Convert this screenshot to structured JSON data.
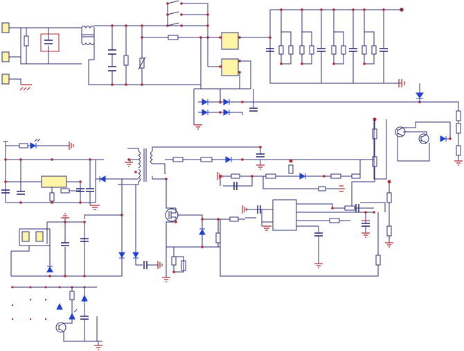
{
  "colors": {
    "wire": "#2b2b7a",
    "node": "#b3262e",
    "diode": "#1f3fd1",
    "ground": "#b3262e",
    "ic_fill_yellow": "#fff5a6",
    "ic_fill_purple": "#d9d4f5",
    "background": "#ffffff"
  },
  "components": {
    "input_connectors": [
      "terminal",
      "terminal",
      "terminal"
    ],
    "mains_section": [
      "fuse-filter",
      "common-mode-choke",
      "x-capacitors",
      "varistor"
    ],
    "relay_switches": 3,
    "regulator_modules": 2,
    "output_capacitor_bank": 6,
    "main_transformer": "flyback",
    "pwm_controller": "ic-8pin",
    "power_mosfet": "n-channel",
    "optocoupler": "dual-terminal",
    "status_led": "led"
  }
}
